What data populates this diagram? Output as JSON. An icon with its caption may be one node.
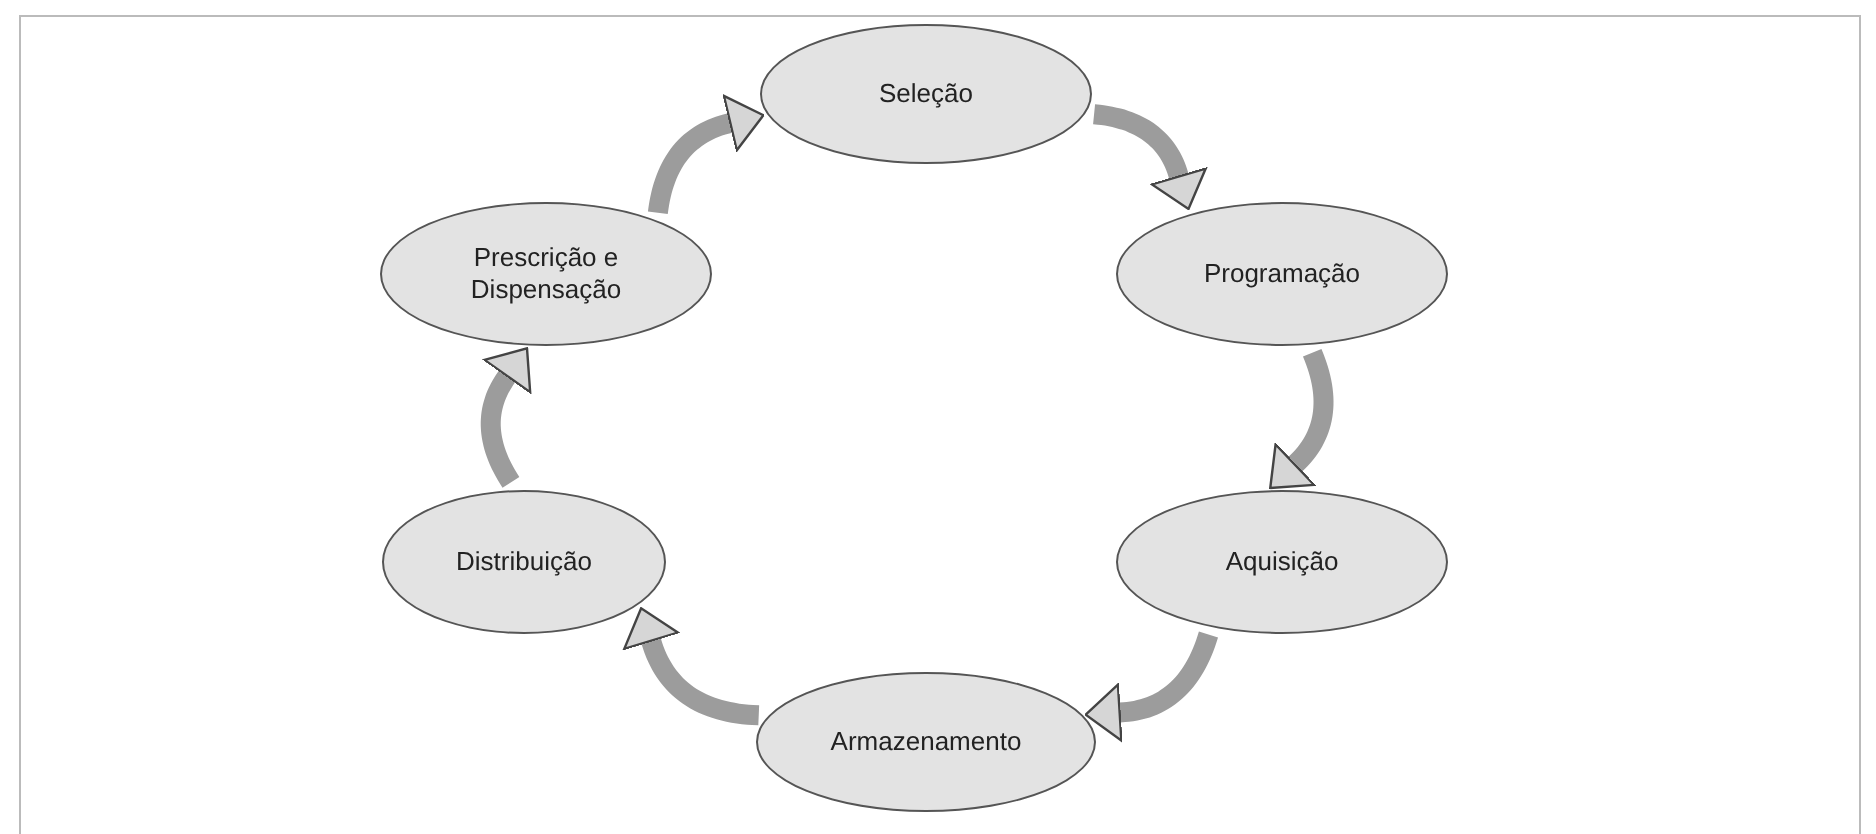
{
  "diagram": {
    "nodes": [
      {
        "text": [
          "Seleção"
        ]
      },
      {
        "text": [
          "Programação"
        ]
      },
      {
        "text": [
          "Aquisição"
        ]
      },
      {
        "text": [
          "Armazenamento"
        ]
      },
      {
        "text": [
          "Distribuição"
        ]
      },
      {
        "text": [
          "Prescrição e Dispensação"
        ]
      }
    ],
    "edges": [
      {
        "from": 0,
        "to": 1,
        "arrow": "to"
      },
      {
        "from": 1,
        "to": 2,
        "arrow": "to"
      },
      {
        "from": 2,
        "to": 3,
        "arrow": "to"
      },
      {
        "from": 3,
        "to": 4,
        "arrow": "to"
      },
      {
        "from": 4,
        "to": 5,
        "arrow": "to"
      },
      {
        "from": 5,
        "to": 0,
        "arrow": "to"
      }
    ]
  }
}
